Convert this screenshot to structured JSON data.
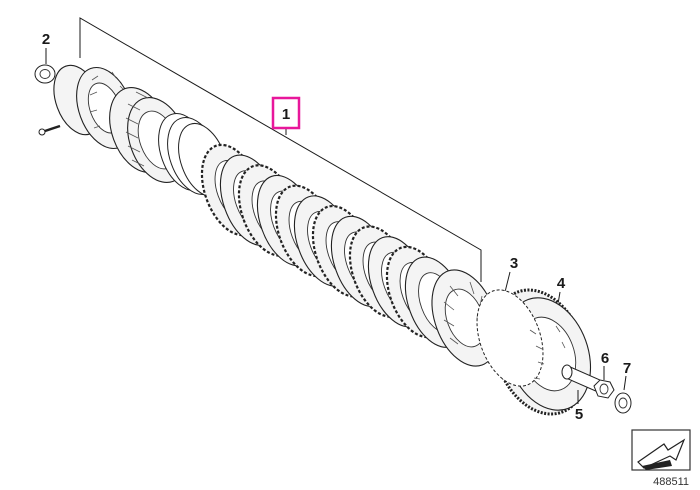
{
  "diagram": {
    "callouts": [
      {
        "id": "1",
        "label": "1",
        "highlighted": true
      },
      {
        "id": "2",
        "label": "2"
      },
      {
        "id": "3",
        "label": "3"
      },
      {
        "id": "4",
        "label": "4"
      },
      {
        "id": "5",
        "label": "5"
      },
      {
        "id": "6",
        "label": "6"
      },
      {
        "id": "7",
        "label": "7"
      }
    ],
    "highlight_color": "#e8179b",
    "reference_number": "488511",
    "nav_icon": "direction-arrow-icon"
  }
}
